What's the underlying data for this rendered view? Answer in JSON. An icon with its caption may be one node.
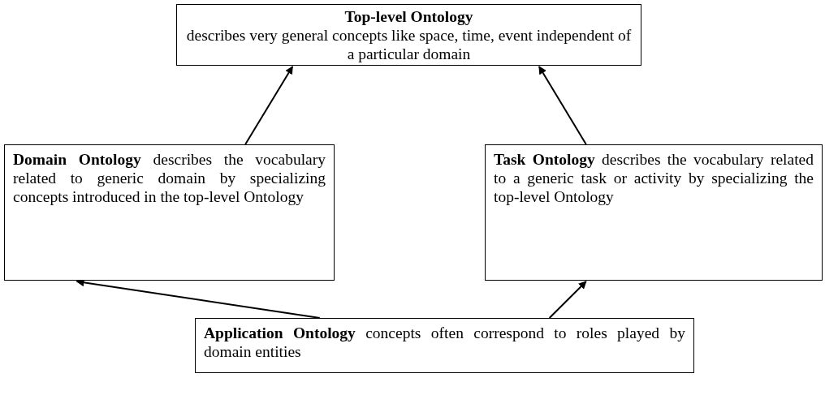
{
  "diagram": {
    "nodes": [
      {
        "text": [
          "Top-level Ontology",
          "describes very general concepts like space, time, event independent of a particular domain"
        ]
      },
      {
        "text": [
          "**Domain Ontology** describes the vocabulary related to generic domain by specializing concepts introduced in the top-level Ontology"
        ]
      },
      {
        "text": [
          "**Task Ontology** describes the vocabulary related to a generic task or activity by specializing the top-level Ontology"
        ]
      },
      {
        "text": [
          "**Application Ontology** concepts often correspond to roles played by domain entities"
        ]
      }
    ],
    "edges": [
      {
        "from": 1,
        "to": 0,
        "arrow": "to"
      },
      {
        "from": 2,
        "to": 0,
        "arrow": "to"
      },
      {
        "from": 3,
        "to": 1,
        "arrow": "to"
      },
      {
        "from": 3,
        "to": 2,
        "arrow": "to"
      }
    ]
  }
}
